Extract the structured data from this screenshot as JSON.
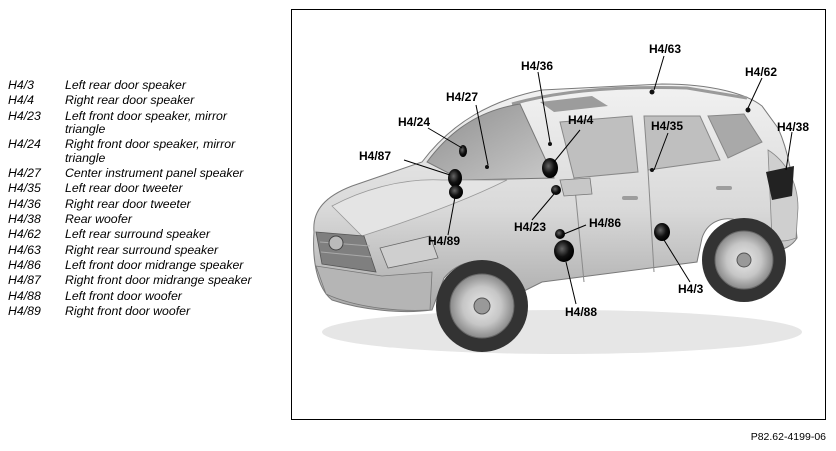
{
  "legend": {
    "items": [
      {
        "code": "H4/3",
        "description": "Left rear door speaker"
      },
      {
        "code": "H4/4",
        "description": "Right rear door speaker"
      },
      {
        "code": "H4/23",
        "description": "Left front door speaker, mirror triangle"
      },
      {
        "code": "H4/24",
        "description": "Right front door speaker, mirror triangle"
      },
      {
        "code": "H4/27",
        "description": "Center instrument panel speaker"
      },
      {
        "code": "H4/35",
        "description": "Left rear door tweeter"
      },
      {
        "code": "H4/36",
        "description": "Right rear door tweeter"
      },
      {
        "code": "H4/38",
        "description": "Rear woofer"
      },
      {
        "code": "H4/62",
        "description": "Left rear surround speaker"
      },
      {
        "code": "H4/63",
        "description": "Right rear surround speaker"
      },
      {
        "code": "H4/86",
        "description": "Left front door midrange speaker"
      },
      {
        "code": "H4/87",
        "description": "Right front door midrange speaker"
      },
      {
        "code": "H4/88",
        "description": "Left front door woofer"
      },
      {
        "code": "H4/89",
        "description": "Right front door woofer"
      }
    ]
  },
  "figure": {
    "callouts": {
      "h4_3": "H4/3",
      "h4_4": "H4/4",
      "h4_23": "H4/23",
      "h4_24": "H4/24",
      "h4_27": "H4/27",
      "h4_35": "H4/35",
      "h4_36": "H4/36",
      "h4_38": "H4/38",
      "h4_62": "H4/62",
      "h4_63": "H4/63",
      "h4_86": "H4/86",
      "h4_87": "H4/87",
      "h4_88": "H4/88",
      "h4_89": "H4/89"
    }
  },
  "reference_code": "P82.62-4199-06"
}
